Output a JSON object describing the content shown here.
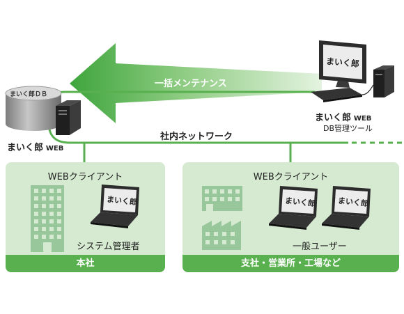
{
  "server": {
    "cylinder_label": "まいく郎ＤＢ",
    "product_name": "まいく郎",
    "product_suffix": "WEB"
  },
  "admin_pc": {
    "screen_text": "まいく郎",
    "product_name": "まいく郎",
    "product_suffix": "WEB",
    "tool_name": "DB管理ツール"
  },
  "arrow_label": "一括メンテナンス",
  "network_label": "社内ネットワーク",
  "head_office": {
    "title": "WEBクライアント",
    "laptop_text": "まいく郎",
    "user_label": "システム管理者",
    "footer": "本社"
  },
  "branch": {
    "title": "WEBクライアント",
    "laptop_text_1": "まいく郎",
    "laptop_text_2": "まいく郎",
    "user_label": "一般ユーザー",
    "footer": "支社・営業所・工場など"
  },
  "colors": {
    "green": "#59b04f",
    "panel": "#d5ead0",
    "building": "#97c79a"
  }
}
